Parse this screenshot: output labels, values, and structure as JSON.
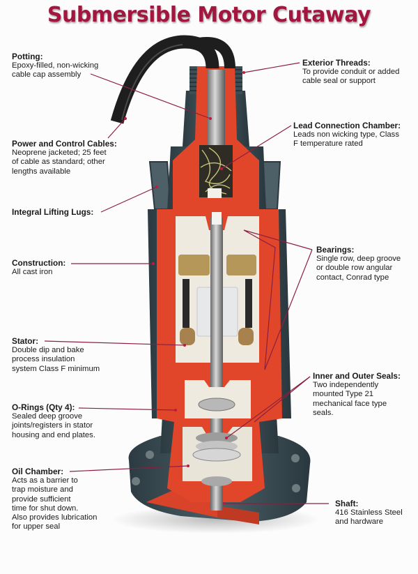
{
  "title": "Submersible Motor Cutaway",
  "colors": {
    "title": "#a3163f",
    "leader_line": "#8c1f3f",
    "cutaway_red": "#e2462a",
    "cast_iron": "#3b4e55",
    "insulation": "#ece9df",
    "cable": "#1e1e1e"
  },
  "callouts": {
    "potting": {
      "heading": "Potting:",
      "desc": "Epoxy-filled, non-wicking\ncable cap assembly"
    },
    "cables": {
      "heading": "Power and Control Cables:",
      "desc": "Neoprene jacketed; 25 feet\nof cable as standard; other\nlengths available"
    },
    "lugs": {
      "heading": "Integral Lifting Lugs:",
      "desc": ""
    },
    "construction": {
      "heading": "Construction:",
      "desc": "All cast iron"
    },
    "stator": {
      "heading": "Stator:",
      "desc": "Double dip and bake\nprocess insulation\nsystem Class F minimum"
    },
    "orings": {
      "heading": "O-Rings (Qty 4):",
      "desc": "Sealed deep groove\njoints/registers in stator\nhousing and end plates."
    },
    "oil": {
      "heading": "Oil Chamber:",
      "desc": "Acts as a barrier to\ntrap moisture and\nprovide sufficient\ntime for shut down.\nAlso provides lubrication\nfor upper seal"
    },
    "threads": {
      "heading": "Exterior Threads:",
      "desc": "To provide conduit or added\ncable seal or support"
    },
    "lead": {
      "heading": "Lead Connection Chamber:",
      "desc": "Leads non wicking type, Class\nF temperature rated"
    },
    "bearings": {
      "heading": "Bearings:",
      "desc": "Single row, deep groove\nor double row angular\ncontact, Conrad type"
    },
    "seals": {
      "heading": "Inner and Outer Seals:",
      "desc": "Two independently\nmounted Type 21\nmechanical face type\nseals."
    },
    "shaft": {
      "heading": "Shaft:",
      "desc": "416 Stainless Steel\nand hardware"
    }
  }
}
